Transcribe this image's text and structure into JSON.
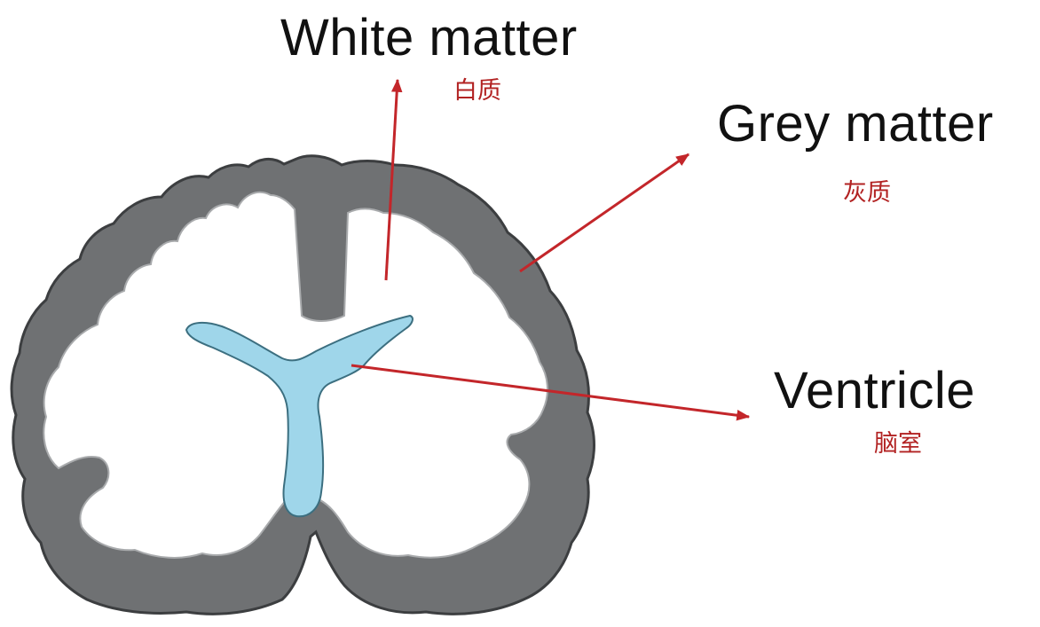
{
  "labels": {
    "white_matter": {
      "en": "White matter",
      "zh": "白质"
    },
    "grey_matter": {
      "en": "Grey matter",
      "zh": "灰质"
    },
    "ventricle": {
      "en": "Ventricle",
      "zh": "脑室"
    }
  },
  "colors": {
    "grey_matter": "#6f7173",
    "grey_matter_outline": "#3c3e40",
    "white_matter": "#ffffff",
    "ventricle": "#9fd6ea",
    "ventricle_outline": "#3c6f80",
    "arrow": "#c3262a",
    "chinese_label": "#b22222"
  }
}
